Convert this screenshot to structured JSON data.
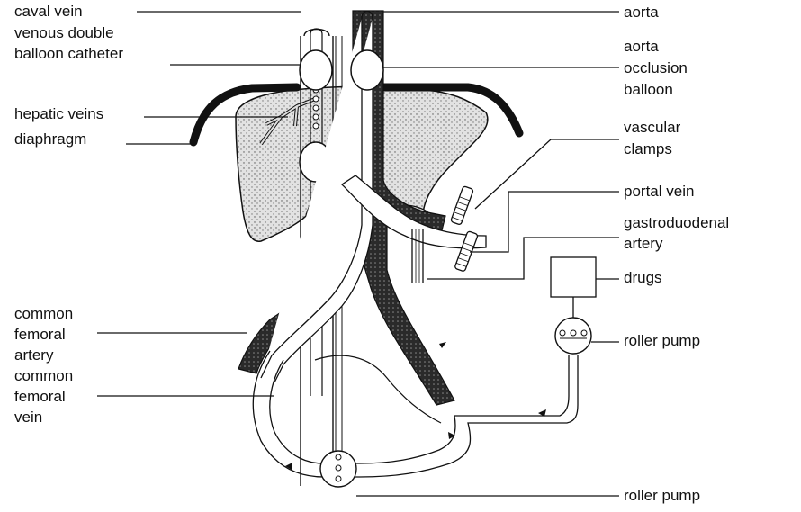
{
  "labels": {
    "caval_vein": "caval vein",
    "venous_double_1": "venous double",
    "venous_double_2": "balloon catheter",
    "hepatic_veins": "hepatic veins",
    "diaphragm": "diaphragm",
    "common_femoral_artery_1": "common",
    "common_femoral_artery_2": "femoral",
    "common_femoral_artery_3": "artery",
    "common_femoral_vein_1": "common",
    "common_femoral_vein_2": "femoral",
    "common_femoral_vein_3": "vein",
    "aorta": "aorta",
    "aorta_occlusion_1": "aorta",
    "aorta_occlusion_2": "occlusion",
    "aorta_occlusion_3": "balloon",
    "vascular_clamps_1": "vascular",
    "vascular_clamps_2": "clamps",
    "portal_vein": "portal vein",
    "gastroduodenal_1": "gastroduodenal",
    "gastroduodenal_2": "artery",
    "drugs": "drugs",
    "roller_pump_upper": "roller pump",
    "roller_pump_lower": "roller pump"
  },
  "colors": {
    "ink": "#111111",
    "liver": "#d6d6d6",
    "aorta_fill": "#3a3a3a",
    "background": "#ffffff"
  }
}
